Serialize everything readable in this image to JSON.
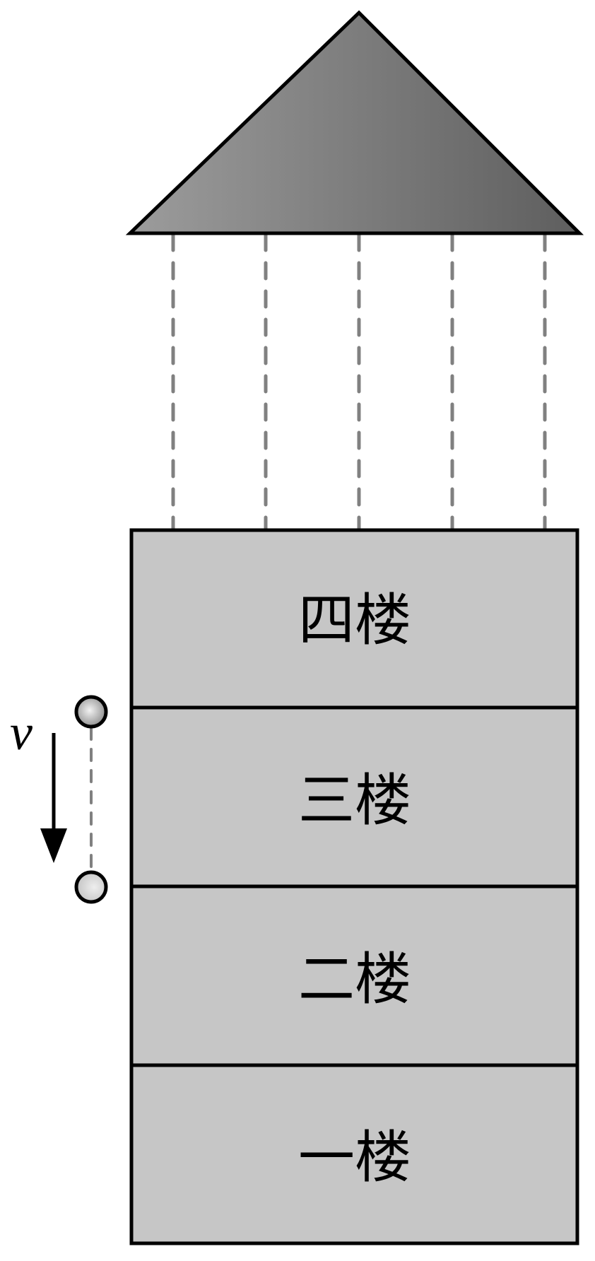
{
  "floors": [
    {
      "label": "四楼"
    },
    {
      "label": "三楼"
    },
    {
      "label": "二楼"
    },
    {
      "label": "一楼"
    }
  ],
  "velocity_label": "v",
  "colors": {
    "building_fill": "#c6c6c6",
    "roof_light": "#9a9a9a",
    "roof_dark": "#5e5e5e",
    "dash": "#808080",
    "outline": "#000000"
  }
}
